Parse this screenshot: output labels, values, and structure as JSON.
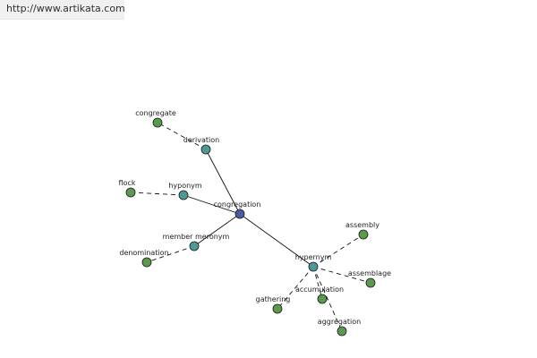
{
  "header": {
    "url": "http://www.artikata.com"
  },
  "colors": {
    "center": "#4b5ba3",
    "relation": "#4e9898",
    "term": "#5a9a4d",
    "banner_bg": "#f0f0f0"
  },
  "graph": {
    "nodes": [
      {
        "id": "congregation",
        "label": "congregation",
        "kind": "center"
      },
      {
        "id": "derivation",
        "label": "derivation",
        "kind": "relation"
      },
      {
        "id": "hyponym",
        "label": "hyponym",
        "kind": "relation"
      },
      {
        "id": "member-meronym",
        "label": "member meronym",
        "kind": "relation"
      },
      {
        "id": "hypernym",
        "label": "hypernym",
        "kind": "relation"
      },
      {
        "id": "congregate",
        "label": "congregate",
        "kind": "term"
      },
      {
        "id": "flock",
        "label": "flock",
        "kind": "term"
      },
      {
        "id": "denomination",
        "label": "denomination",
        "kind": "term"
      },
      {
        "id": "assembly",
        "label": "assembly",
        "kind": "term"
      },
      {
        "id": "assemblage",
        "label": "assemblage",
        "kind": "term"
      },
      {
        "id": "accumulation",
        "label": "accumulation",
        "kind": "term"
      },
      {
        "id": "gathering",
        "label": "gathering",
        "kind": "term"
      },
      {
        "id": "aggregation",
        "label": "aggregation",
        "kind": "term"
      }
    ],
    "edges": [
      {
        "from": "congregation",
        "to": "derivation",
        "style": "solid"
      },
      {
        "from": "congregation",
        "to": "hyponym",
        "style": "solid"
      },
      {
        "from": "congregation",
        "to": "member-meronym",
        "style": "solid"
      },
      {
        "from": "congregation",
        "to": "hypernym",
        "style": "solid"
      },
      {
        "from": "derivation",
        "to": "congregate",
        "style": "dashed"
      },
      {
        "from": "hyponym",
        "to": "flock",
        "style": "dashed"
      },
      {
        "from": "member-meronym",
        "to": "denomination",
        "style": "dashed"
      },
      {
        "from": "hypernym",
        "to": "assembly",
        "style": "dashed"
      },
      {
        "from": "hypernym",
        "to": "assemblage",
        "style": "dashed"
      },
      {
        "from": "hypernym",
        "to": "accumulation",
        "style": "dashed"
      },
      {
        "from": "hypernym",
        "to": "gathering",
        "style": "dashed"
      },
      {
        "from": "hypernym",
        "to": "aggregation",
        "style": "dashed"
      }
    ]
  }
}
